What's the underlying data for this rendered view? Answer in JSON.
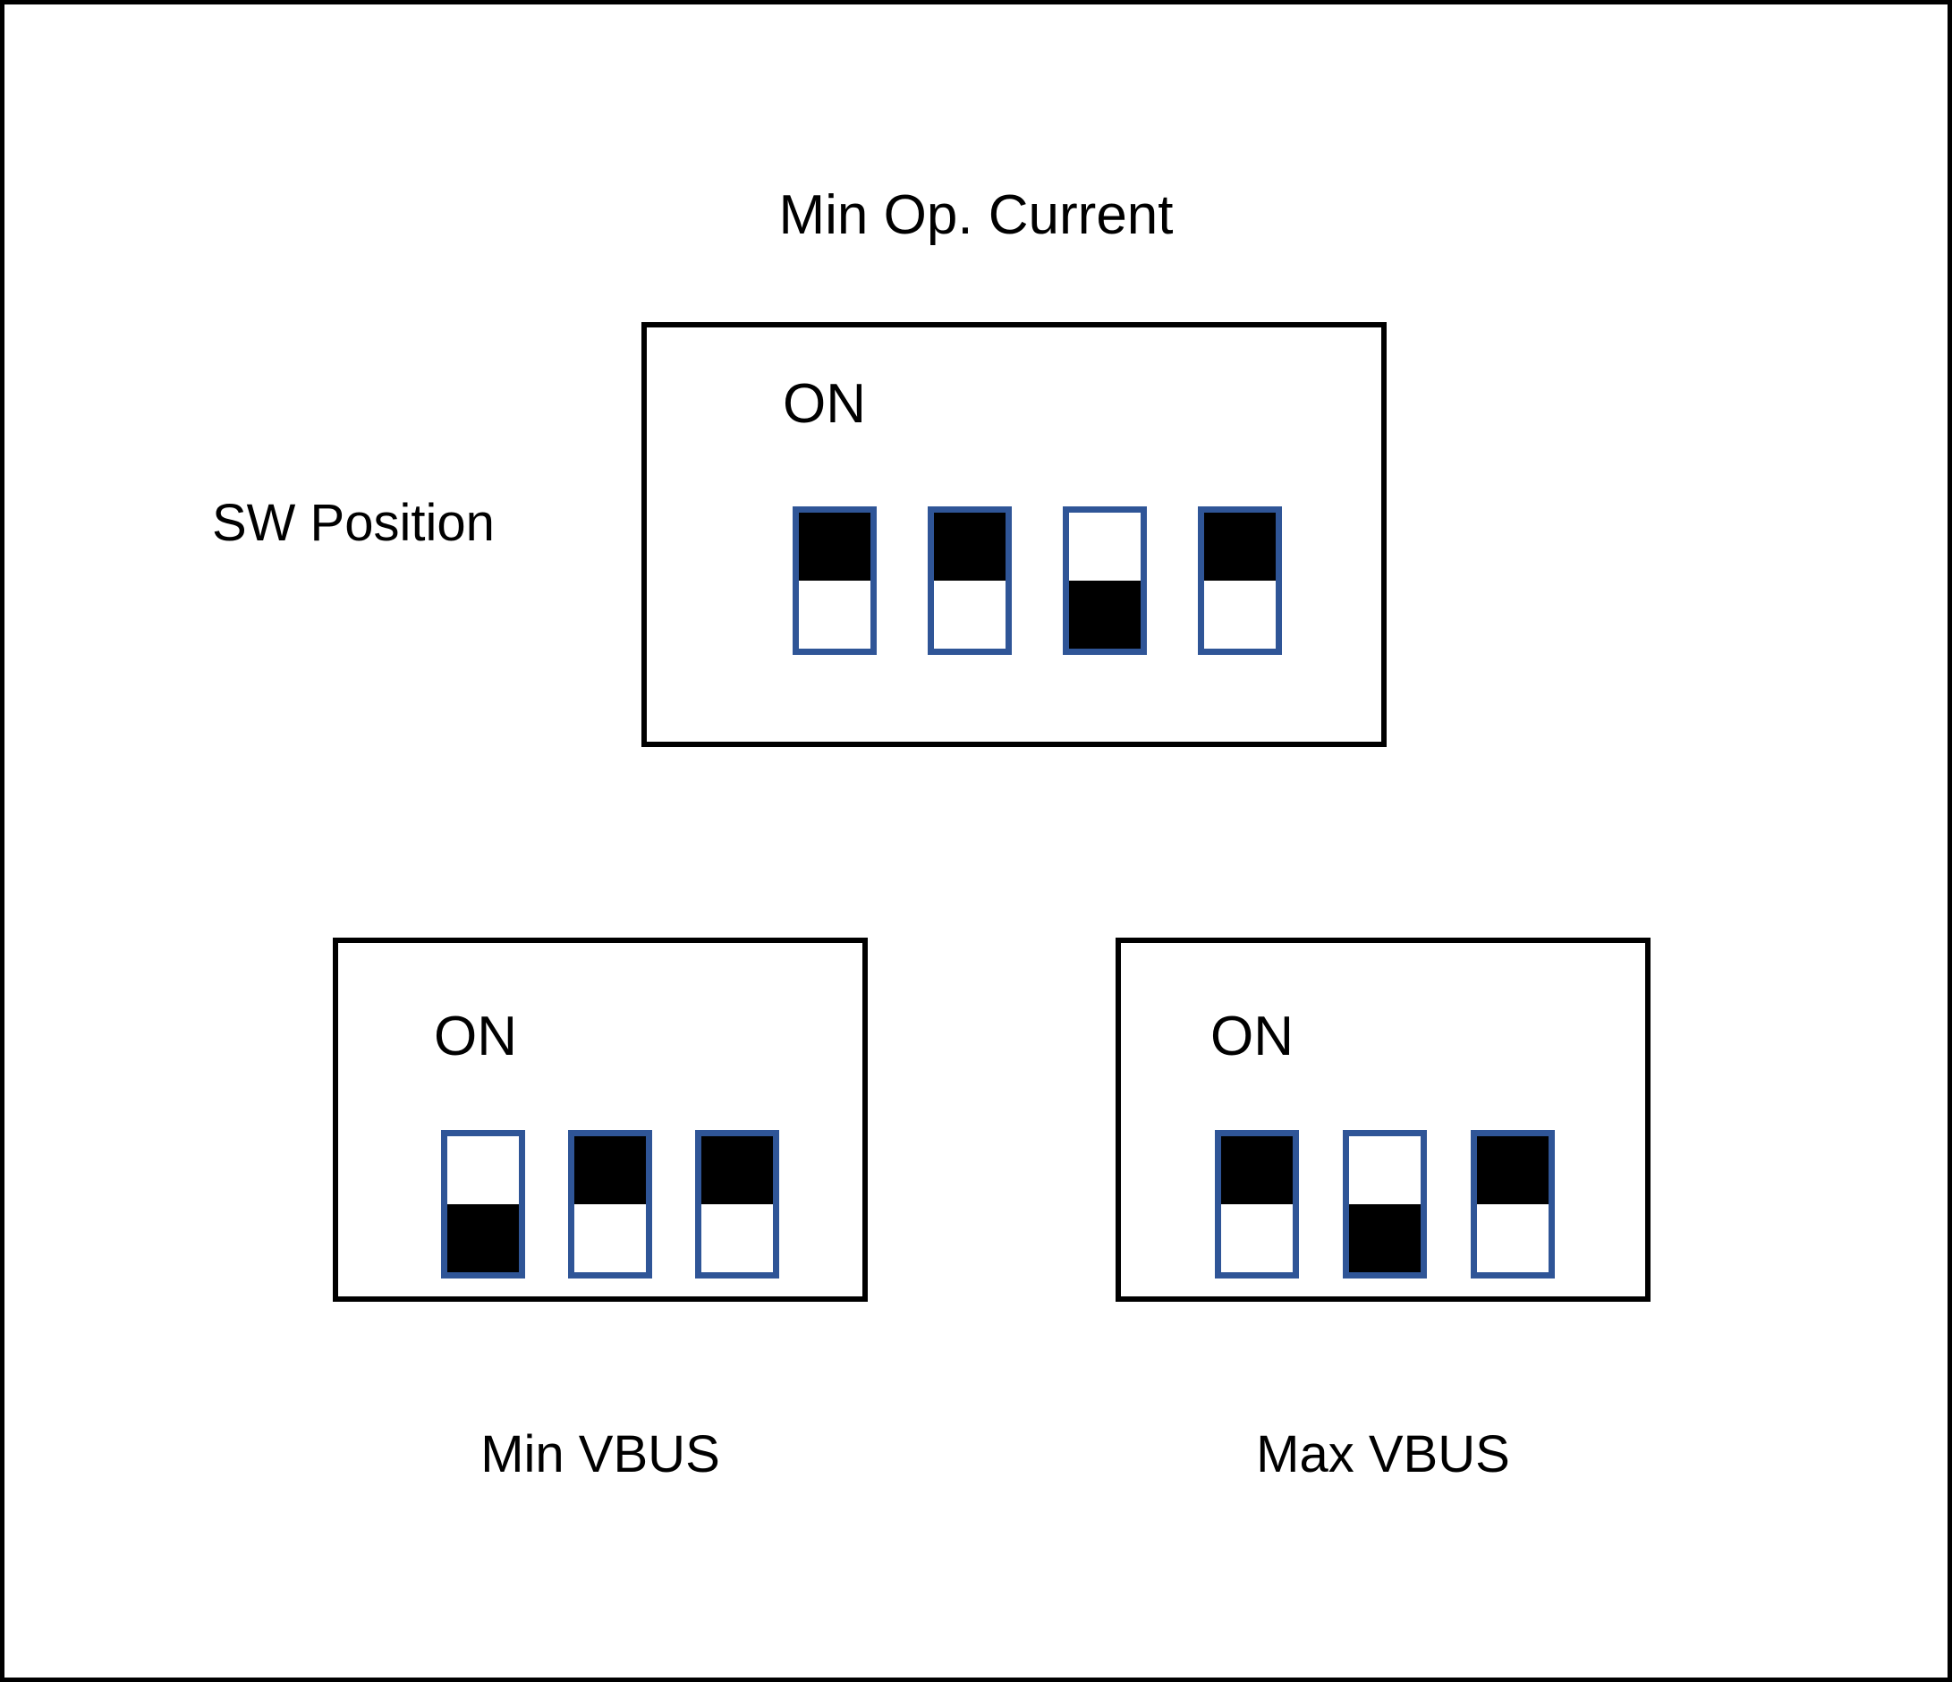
{
  "diagram": {
    "title": "Min Op. Current",
    "row_label": "SW Position",
    "switch_on_label": "ON",
    "colors": {
      "switch_border": "#2F5597",
      "switch_actuator": "#000000",
      "package_border": "#000000",
      "background": "#ffffff"
    }
  },
  "switch_banks": [
    {
      "id": "min-op-current",
      "caption": "Min Op. Current",
      "caption_position": "above",
      "on_label": "ON",
      "switch_count": 4,
      "switches": [
        {
          "index": 1,
          "state": "on",
          "state_label": "ON"
        },
        {
          "index": 2,
          "state": "on",
          "state_label": "ON"
        },
        {
          "index": 3,
          "state": "off",
          "state_label": "OFF"
        },
        {
          "index": 4,
          "state": "on",
          "state_label": "ON"
        }
      ]
    },
    {
      "id": "min-vbus",
      "caption": "Min VBUS",
      "caption_position": "below",
      "on_label": "ON",
      "switch_count": 3,
      "switches": [
        {
          "index": 1,
          "state": "off",
          "state_label": "OFF"
        },
        {
          "index": 2,
          "state": "on",
          "state_label": "ON"
        },
        {
          "index": 3,
          "state": "on",
          "state_label": "ON"
        }
      ]
    },
    {
      "id": "max-vbus",
      "caption": "Max VBUS",
      "caption_position": "below",
      "on_label": "ON",
      "switch_count": 3,
      "switches": [
        {
          "index": 1,
          "state": "on",
          "state_label": "ON"
        },
        {
          "index": 2,
          "state": "off",
          "state_label": "OFF"
        },
        {
          "index": 3,
          "state": "on",
          "state_label": "ON"
        }
      ]
    }
  ]
}
